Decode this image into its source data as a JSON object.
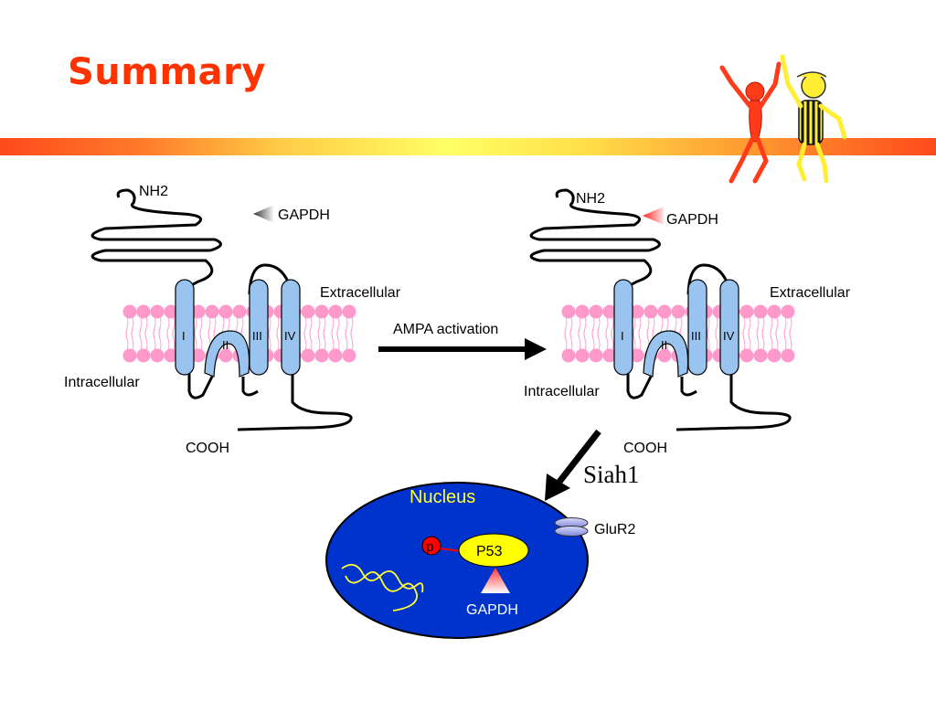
{
  "title": "Summary",
  "left_receptor": {
    "n_terminus": "NH2",
    "c_terminus": "COOH",
    "ligand": "GAPDH",
    "outside": "Extracellular",
    "inside": "Intracellular",
    "domains": [
      "I",
      "II",
      "III",
      "IV"
    ]
  },
  "right_receptor": {
    "n_terminus": "NH2",
    "c_terminus": "COOH",
    "ligand": "GAPDH",
    "outside": "Extracellular",
    "inside": "Intracellular",
    "domains": [
      "I",
      "II",
      "III",
      "IV"
    ]
  },
  "transition_label": "AMPA activation",
  "translocation_label": "Siah1",
  "nucleus": {
    "title": "Nucleus",
    "receptor_label": "GluR2",
    "phospho_label": "p",
    "protein_label": "P53",
    "ligand_label": "GAPDH"
  },
  "colors": {
    "title": "#ff3300",
    "lipid_heads": "#ff99cc",
    "helix_fill": "#99c4f0",
    "nucleus_fill": "#0033cc",
    "nucleus_title": "#ffff33",
    "p53_fill": "#ffff00",
    "phospho_fill": "#ff0000",
    "dna": "#ffff33"
  }
}
